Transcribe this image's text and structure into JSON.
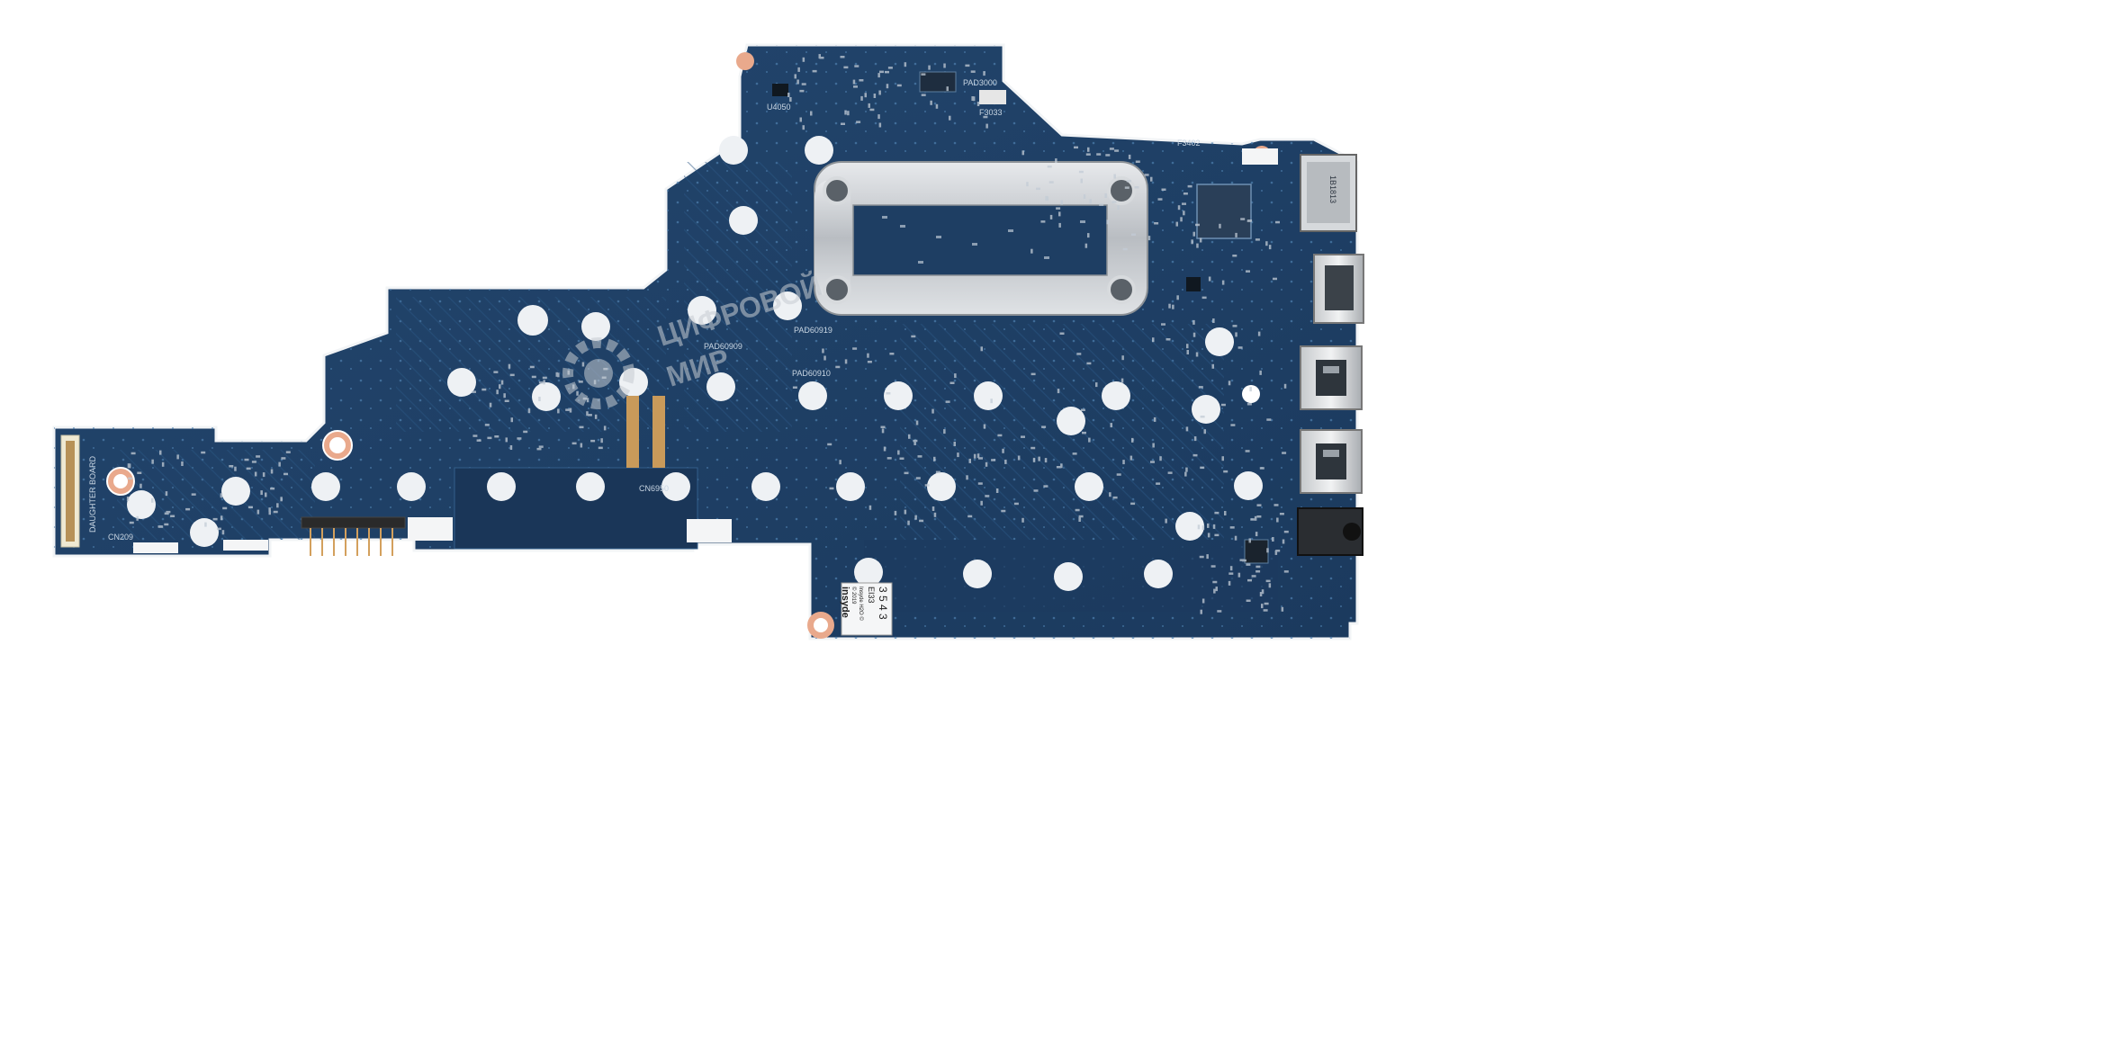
{
  "watermark": {
    "line1": "ЦИФРОВОЙ",
    "line2": "МИР"
  },
  "labels": {
    "daughter_board": "DAUGHTER BOARD",
    "cn_left": "CN209",
    "cn_center": "CN6950",
    "u4050": "U4050",
    "pad3000": "PAD3000",
    "f3033": "F3033",
    "f3402": "F3402",
    "pad60909": "PAD60909",
    "pad60910": "PAD60910",
    "pad60919": "PAD60919",
    "port_box_text": "1B1813"
  },
  "bios_sticker": {
    "digits": "3 5 4 3",
    "code": "EI33",
    "line1": "Insyde H2O ©",
    "line2": "© 2019",
    "brand": "insyde"
  }
}
